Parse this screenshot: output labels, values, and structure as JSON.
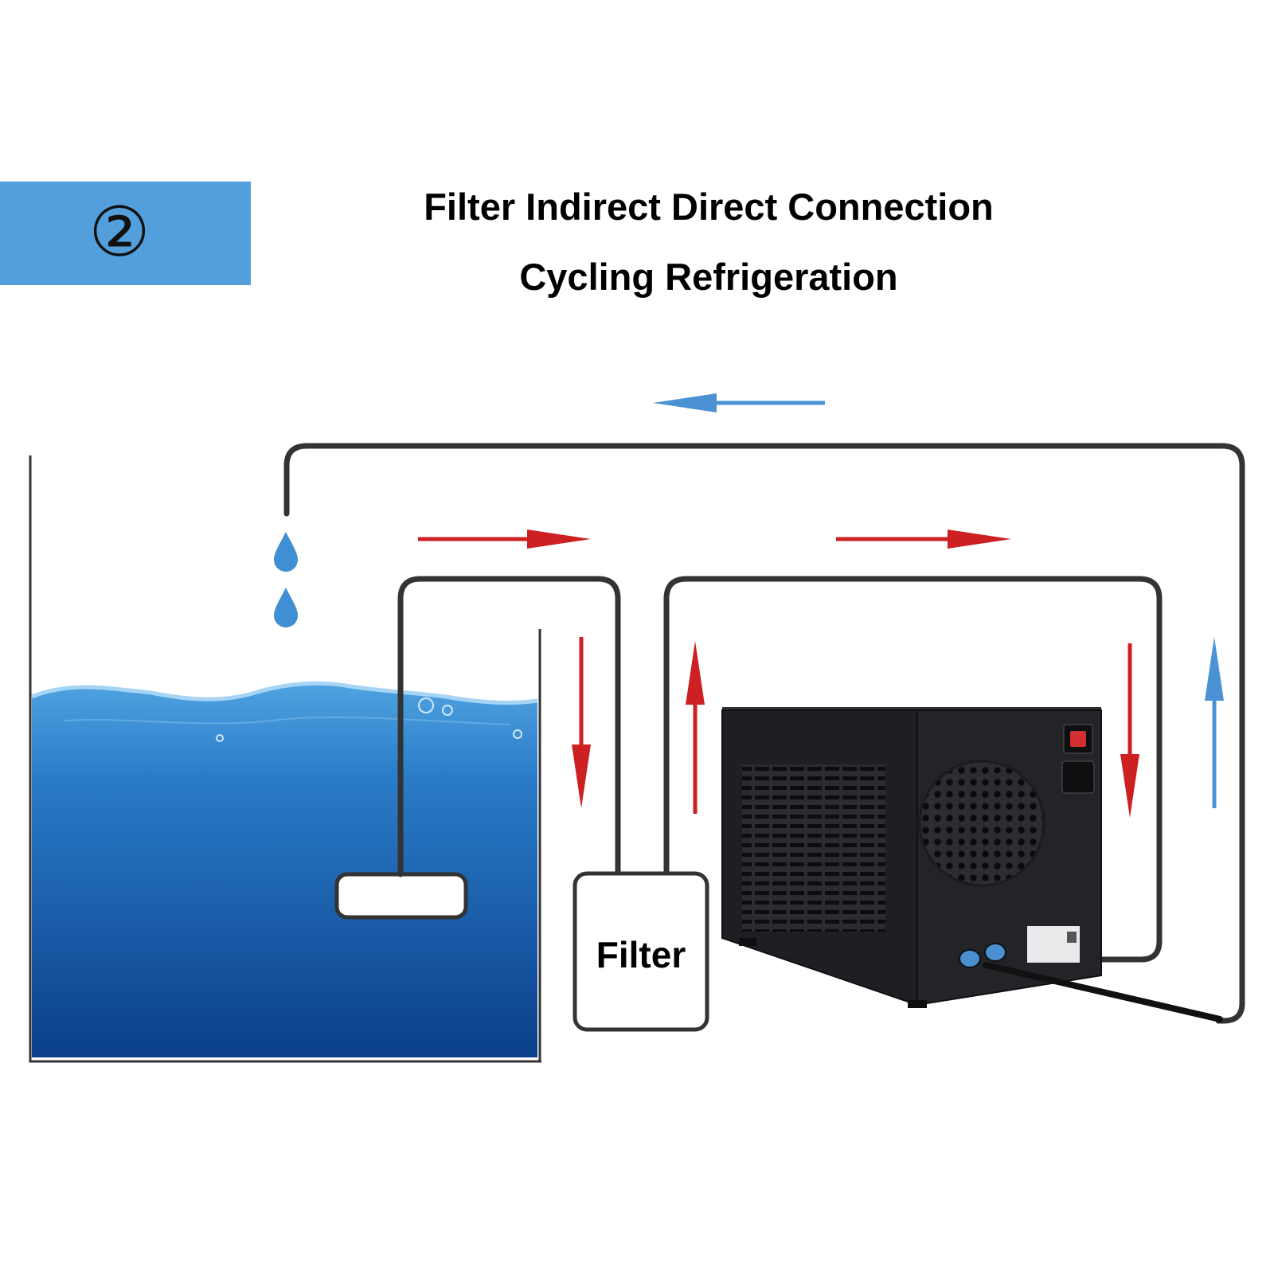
{
  "badge": {
    "number": "②",
    "color": "#539fdc"
  },
  "title": {
    "line1": "Filter Indirect Direct Connection",
    "line2": "Cycling Refrigeration"
  },
  "labels": {
    "filter": "Filter"
  },
  "colors": {
    "pipe": "#333333",
    "water_top": "#3f8fd2",
    "water_bottom": "#0b3f8a",
    "arrow_red": "#cc2022",
    "arrow_blue": "#4a92d4",
    "droplet": "#3f8fd2",
    "chiller_body": "#1d1f22"
  },
  "flow": {
    "return_direction": "left",
    "intake_direction": "right",
    "output_direction": "right"
  }
}
